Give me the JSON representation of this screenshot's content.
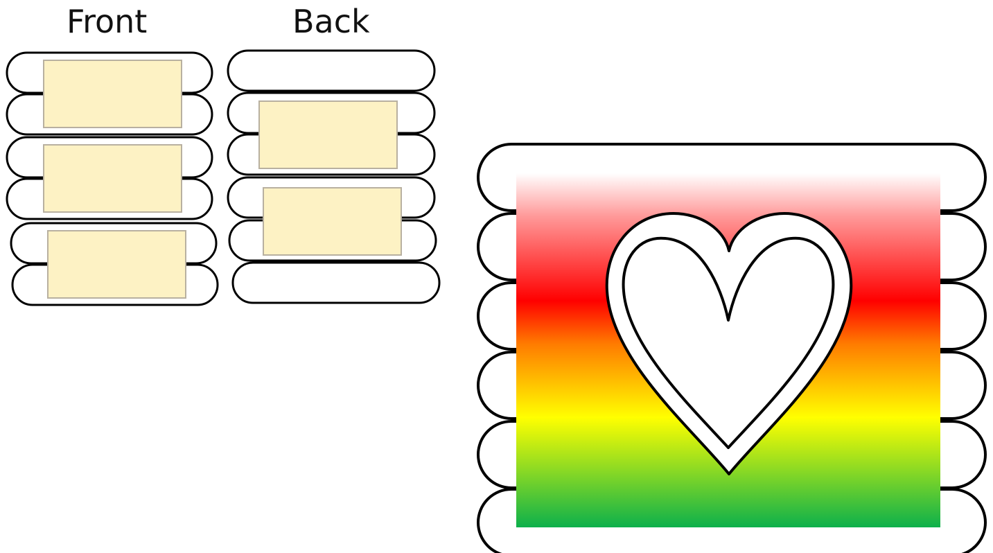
{
  "labels": {
    "front": "Front",
    "back": "Back"
  },
  "colors": {
    "stick_fill": "#ffffff",
    "stick_stroke": "#000000",
    "tape_fill": "#fdf2c4",
    "tape_stroke": "#b8b0a0",
    "heart_fill": "#ffffff",
    "heart_stroke": "#000000",
    "gradient": [
      "#ffffff",
      "#ff0000",
      "#ffff00",
      "#00b050"
    ]
  },
  "diagram": {
    "front_stick_count": 6,
    "front_tape_count": 3,
    "back_stick_count": 6,
    "back_tape_count": 2,
    "finished_stick_count": 6,
    "finished_icon": "heart-icon"
  }
}
